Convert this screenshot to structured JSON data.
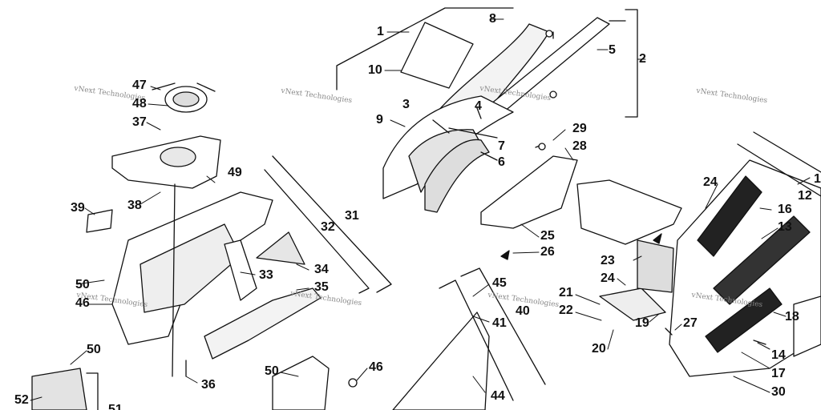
{
  "watermark": "vNext Technologies",
  "labels": {
    "n1": "1",
    "n2": "2",
    "n3": "3",
    "n4": "4",
    "n5": "5",
    "n6": "6",
    "n7": "7",
    "n8": "8",
    "n9": "9",
    "n10": "10",
    "n12": "12",
    "n13": "13",
    "n14": "14",
    "n16": "16",
    "n17": "17",
    "n18": "18",
    "n19": "19",
    "n20": "20",
    "n21": "21",
    "n22": "22",
    "n23": "23",
    "n24a": "24",
    "n24b": "24",
    "n25": "25",
    "n26": "26",
    "n27": "27",
    "n28": "28",
    "n29": "29",
    "n30": "30",
    "n31": "31",
    "n32": "32",
    "n33": "33",
    "n34": "34",
    "n35": "35",
    "n36": "36",
    "n37": "37",
    "n38": "38",
    "n39": "39",
    "n40": "40",
    "n41": "41",
    "n44": "44",
    "n45": "45",
    "n46a": "46",
    "n46b": "46",
    "n47": "47",
    "n48": "48",
    "n49": "49",
    "n50a": "50",
    "n50b": "50",
    "n50c": "50",
    "n51": "51",
    "n52": "52",
    "n1r": "1"
  }
}
